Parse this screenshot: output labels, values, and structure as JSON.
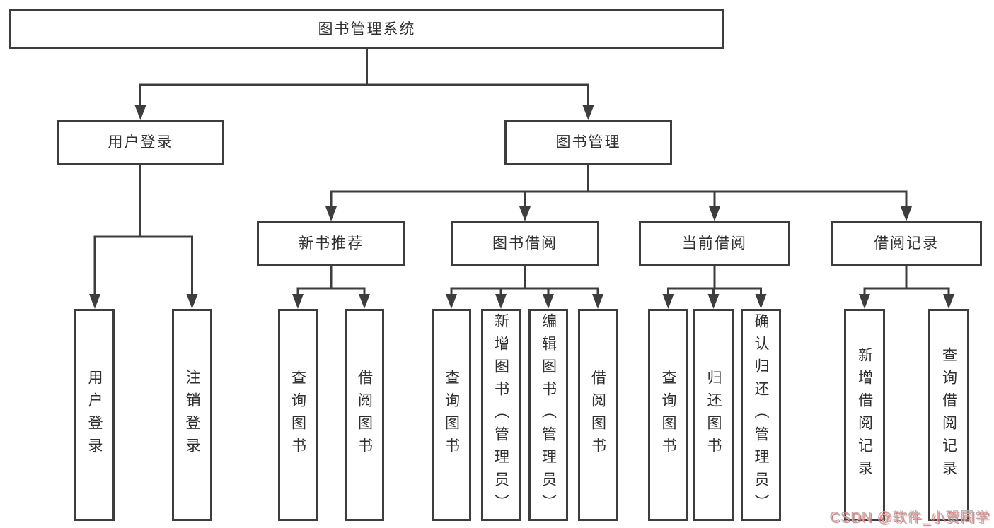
{
  "diagram": {
    "root": {
      "label": "图书管理系统"
    },
    "branches": [
      {
        "label": "用户登录",
        "children": [
          {
            "label": "用户登录"
          },
          {
            "label": "注销登录"
          }
        ]
      },
      {
        "label": "图书管理",
        "children": [
          {
            "label": "新书推荐",
            "children": [
              {
                "label": "查询图书"
              },
              {
                "label": "借阅图书"
              }
            ]
          },
          {
            "label": "图书借阅",
            "children": [
              {
                "label": "查询图书"
              },
              {
                "label": "新增图书（管理员）"
              },
              {
                "label": "编辑图书（管理员）"
              },
              {
                "label": "借阅图书"
              }
            ]
          },
          {
            "label": "当前借阅",
            "children": [
              {
                "label": "查询图书"
              },
              {
                "label": "归还图书"
              },
              {
                "label": "确认归还（管理员）"
              }
            ]
          },
          {
            "label": "借阅记录",
            "children": [
              {
                "label": "新增借阅记录"
              },
              {
                "label": "查询借阅记录"
              }
            ]
          }
        ]
      }
    ]
  },
  "watermark": {
    "text": "CSDN @软件_小贺同学"
  },
  "colors": {
    "line": "#3d3d3d",
    "text": "#2f2f2f",
    "background": "#ffffff",
    "watermark": "#b5b2b2",
    "watermark_shadow": "#e96a6a"
  }
}
